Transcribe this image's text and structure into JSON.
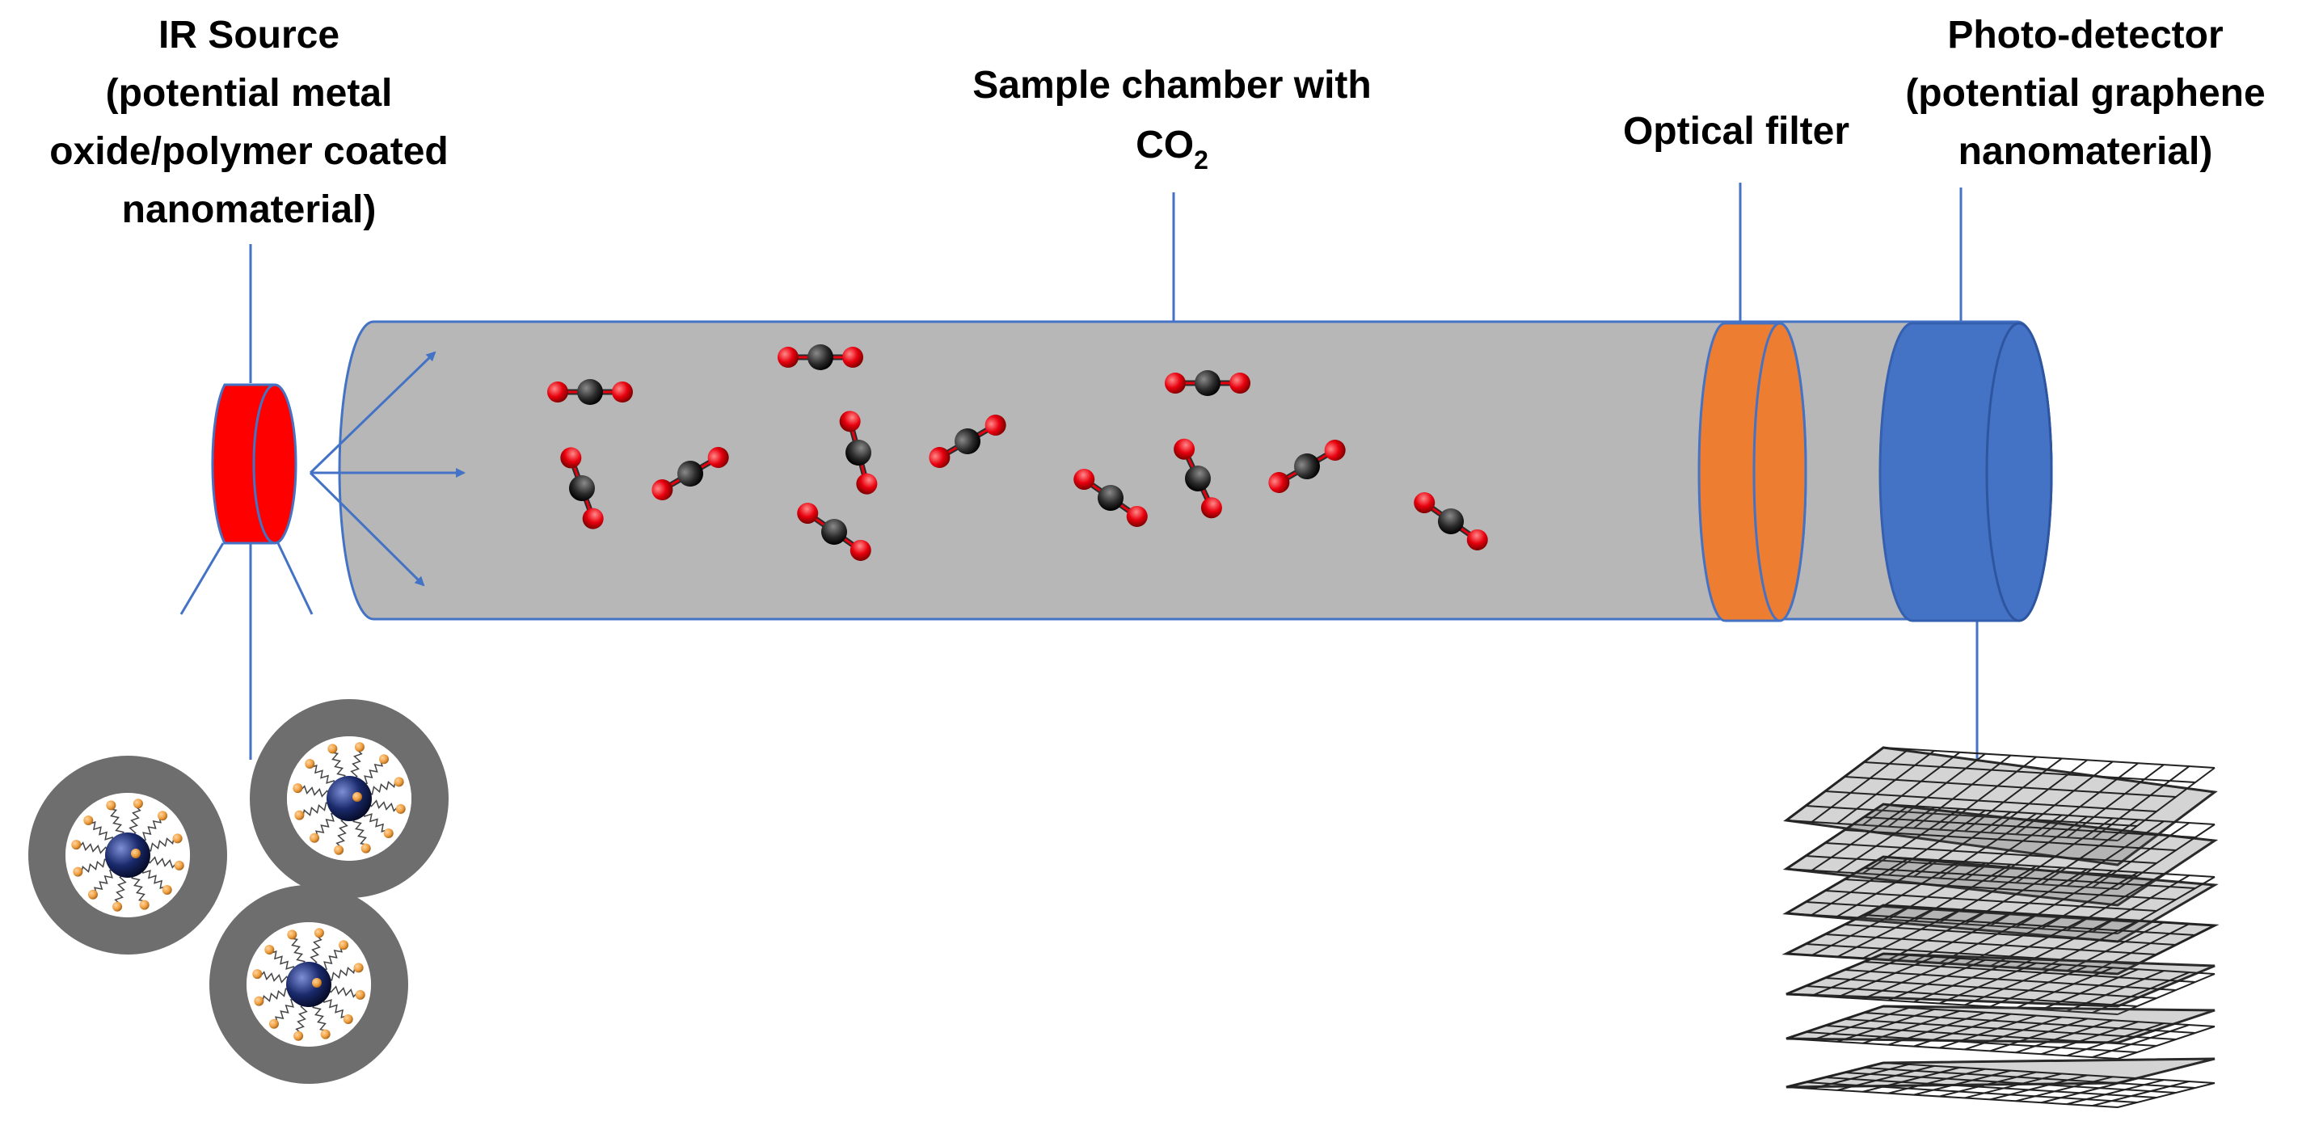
{
  "labels": {
    "ir_source": [
      "IR Source",
      "(potential metal",
      "oxide/polymer coated",
      "nanomaterial)"
    ],
    "sample_chamber": [
      "Sample chamber with"
    ],
    "co2_main": "CO",
    "co2_sub": "2",
    "optical_filter": "Optical filter",
    "photo_detector": [
      "Photo-detector",
      "(potential graphene",
      "nanomaterial)"
    ]
  },
  "colors": {
    "ir_source": "#ff0000",
    "chamber": "#b7b7b7",
    "outline": "#4472c4",
    "optical_filter": "#ed7d31",
    "photo_detector": "#4472c4",
    "oxygen_atom": "#e8000e",
    "carbon_atom": "#2b2b2b",
    "shell": "#6e6e6e",
    "core": "#1a2a6c",
    "ligand": "#f0a040",
    "graphene": "#3a3a3a"
  },
  "icons": {
    "co2_molecule": "co2-molecule-icon",
    "nanoparticle": "core-shell-nanoparticle-icon",
    "graphene": "graphene-stack-icon"
  }
}
